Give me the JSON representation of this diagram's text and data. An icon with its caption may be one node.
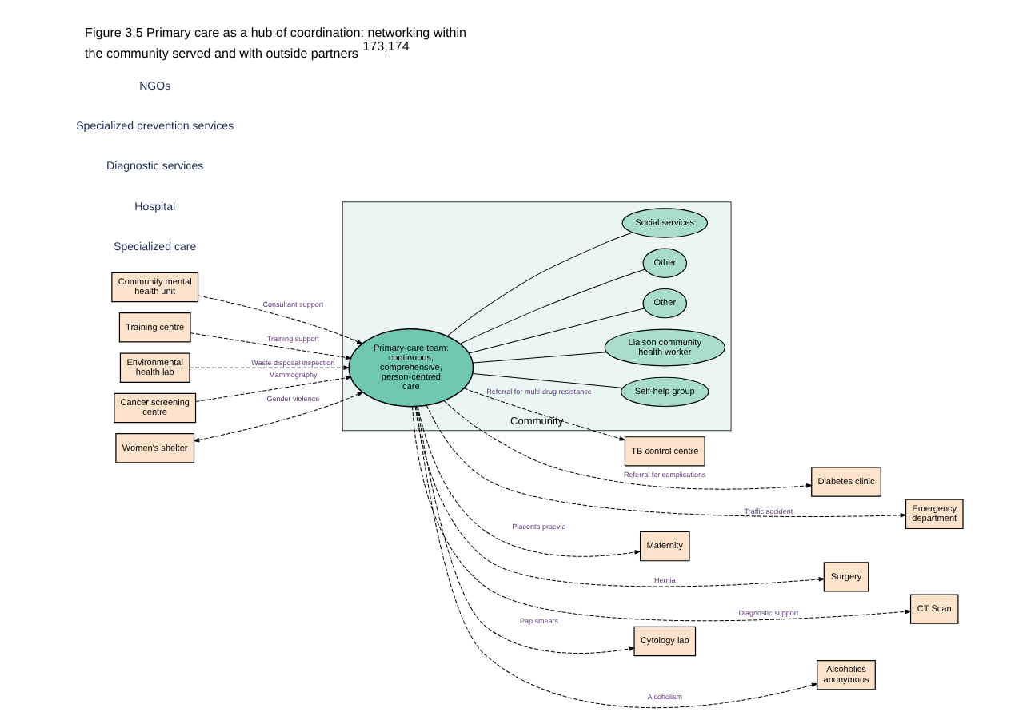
{
  "diagram": {
    "title": "Figure 3.5 Primary care as a hub of coordination: networking within the community served and with outside partners$^{173,174}$",
    "nodes": [
      {
        "text": [
          "Community"
        ]
      },
      {
        "text": [
          "Primary-care team: continuous, comprehensive, person-centred care"
        ],
        "in": 0
      },
      {
        "text": [
          "Self-help group"
        ],
        "in": 0
      },
      {
        "text": [
          "Liaison community health worker"
        ],
        "in": 0
      },
      {
        "text": [
          "Other"
        ],
        "in": 0
      },
      {
        "text": [
          "Other"
        ],
        "in": 0
      },
      {
        "text": [
          "Social services"
        ],
        "in": 0
      },
      {
        "text": [
          "Community mental health unit"
        ]
      },
      {
        "text": [
          "TB control centre"
        ]
      },
      {
        "text": [
          "Diabetes clinic"
        ]
      },
      {
        "text": [
          "Emergency department"
        ]
      },
      {
        "text": [
          "Maternity"
        ]
      },
      {
        "text": [
          "Surgery"
        ]
      },
      {
        "text": [
          "CT Scan"
        ]
      },
      {
        "text": [
          "Cytology lab"
        ]
      },
      {
        "text": [
          "Training centre"
        ]
      },
      {
        "text": [
          "Environmental health lab"
        ]
      },
      {
        "text": [
          "Cancer screening centre"
        ]
      },
      {
        "text": [
          "Alcoholics anonymous"
        ]
      },
      {
        "text": [
          "Women's shelter"
        ]
      }
    ],
    "edges": [
      {
        "from": 1,
        "to": 2,
        "arrow": "none"
      },
      {
        "from": 1,
        "to": 3,
        "arrow": "none"
      },
      {
        "from": 1,
        "to": 4,
        "arrow": "none"
      },
      {
        "from": 1,
        "to": 5,
        "arrow": "none"
      },
      {
        "from": 1,
        "to": 6,
        "arrow": "none"
      },
      {
        "from": 7,
        "to": 1,
        "arrow": "to",
        "label": "Consultant support",
        "style": "dashed"
      },
      {
        "from": 1,
        "to": 8,
        "arrow": "to",
        "label": "Referral for multi-drug resistance",
        "style": "dashed"
      },
      {
        "from": 1,
        "to": 9,
        "arrow": "to",
        "label": "Referral for complications",
        "style": "dashed"
      },
      {
        "from": 1,
        "to": 10,
        "arrow": "to",
        "label": "Traffic accident",
        "style": "dashed"
      },
      {
        "from": 1,
        "to": 11,
        "arrow": "to",
        "label": "Placenta praevia",
        "style": "dashed"
      },
      {
        "from": 1,
        "to": 12,
        "arrow": "to",
        "label": "Hernia",
        "style": "dashed"
      },
      {
        "from": 1,
        "to": 13,
        "arrow": "to",
        "label": "Diagnostic support",
        "style": "dashed"
      },
      {
        "from": 1,
        "to": 14,
        "arrow": "to",
        "label": "Pap smears",
        "style": "dashed"
      },
      {
        "from": 15,
        "to": 1,
        "arrow": "to",
        "label": "Training support",
        "style": "dashed"
      },
      {
        "from": 16,
        "to": 1,
        "arrow": "to",
        "label": "Waste disposal inspection",
        "style": "dashed"
      },
      {
        "from": 17,
        "to": 1,
        "arrow": "to",
        "label": "Mammography",
        "style": "dashed"
      },
      {
        "from": 1,
        "to": 18,
        "arrow": "to",
        "label": "Alcoholism",
        "style": "dashed"
      },
      {
        "from": 19,
        "to": 1,
        "arrow": "both",
        "label": "Gender violence",
        "style": "dashed"
      }
    ],
    "labels": [
      "Specialized care",
      "Hospital",
      "Diagnostic services",
      "Specialized prevention services",
      "NGOs"
    ]
  }
}
